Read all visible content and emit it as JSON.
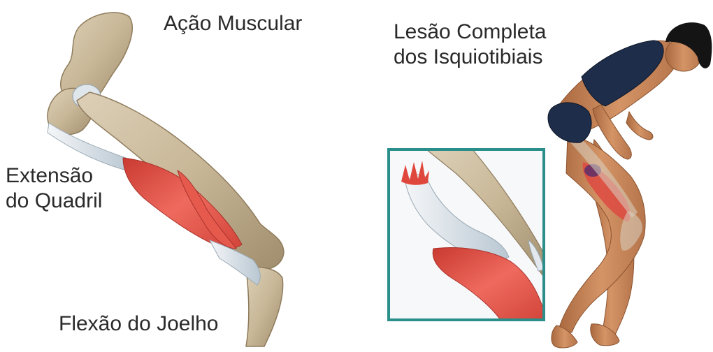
{
  "labels": {
    "muscle_action": "Ação Muscular",
    "complete_injury_line1": "Lesão Completa",
    "complete_injury_line2": "dos Isquiotibiais",
    "hip_extension_line1": "Extensão",
    "hip_extension_line2": "do Quadril",
    "knee_flexion": "Flexão do Joelho"
  },
  "colors": {
    "bone": "#cdbb9d",
    "muscle": "#e0473c",
    "tendon": "#dfe6ec",
    "skin": "#c8875a",
    "clothing": "#1e2d4a",
    "inset_frame": "#2a8f8a"
  }
}
